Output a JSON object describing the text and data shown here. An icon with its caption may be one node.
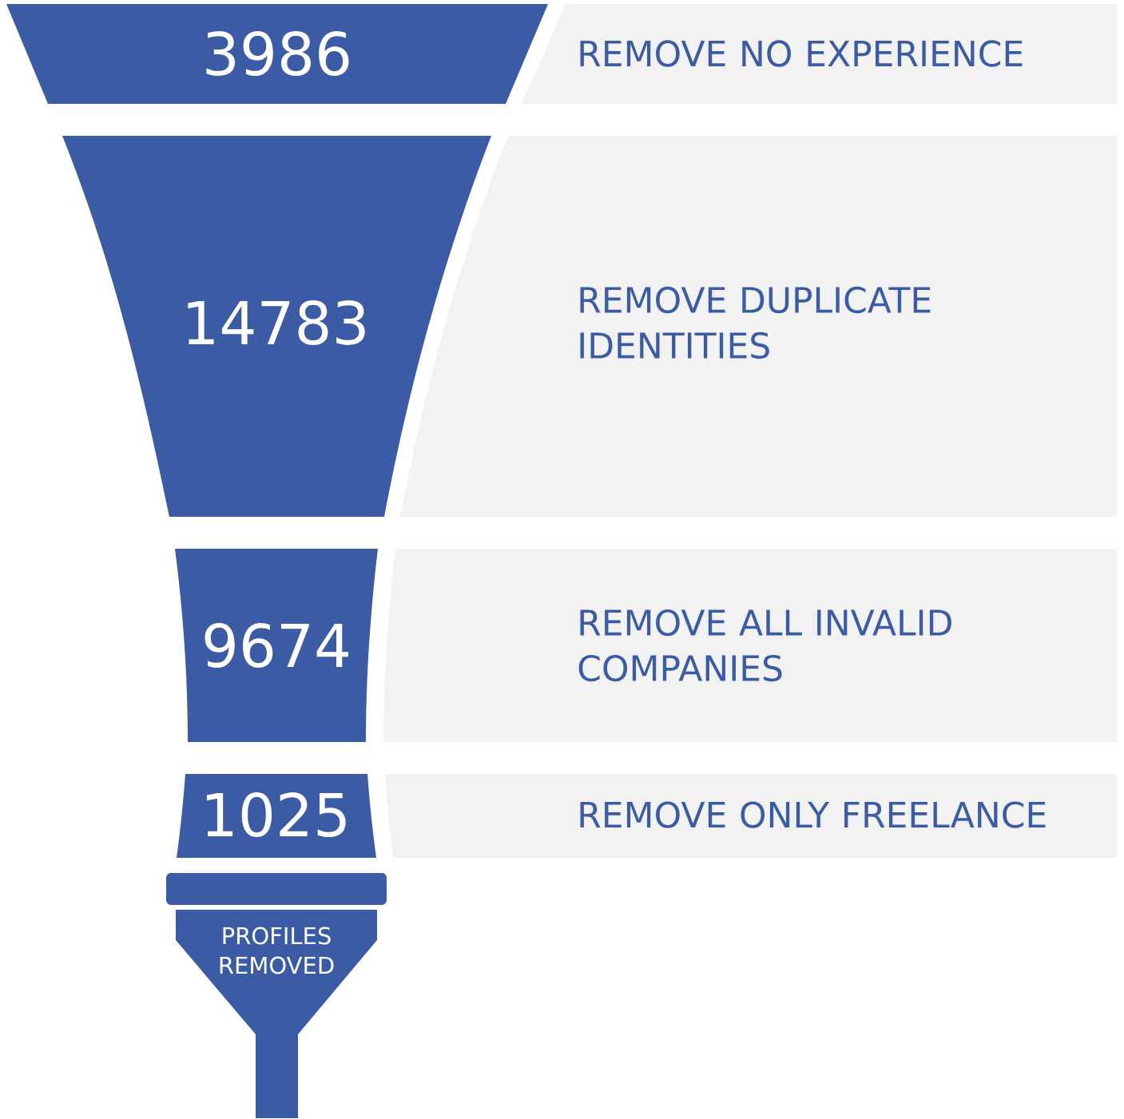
{
  "diagram": {
    "nodes": [
      {
        "text": [
          "3986"
        ]
      },
      {
        "text": [
          "REMOVE NO EXPERIENCE"
        ]
      },
      {
        "text": [
          "14783"
        ]
      },
      {
        "text": [
          "REMOVE DUPLICATE IDENTITIES"
        ]
      },
      {
        "text": [
          "9674"
        ]
      },
      {
        "text": [
          "REMOVE ALL INVALID COMPANIES"
        ]
      },
      {
        "text": [
          "1025"
        ]
      },
      {
        "text": [
          "REMOVE ONLY FREELANCE"
        ]
      },
      {
        "text": [],
        "shape": "bar"
      },
      {
        "text": [
          "PROFILES REMOVED"
        ]
      }
    ]
  }
}
